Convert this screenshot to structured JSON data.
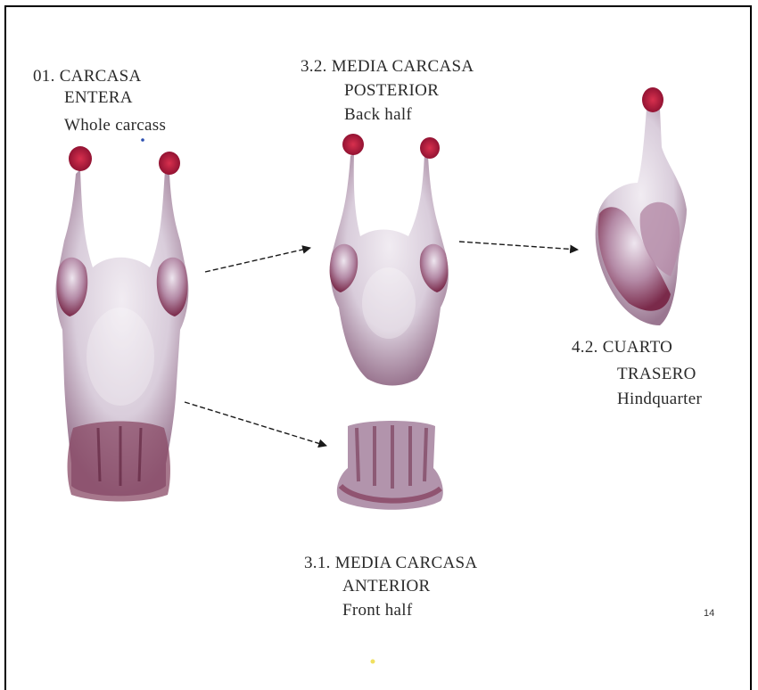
{
  "parts": [
    {
      "code": "01. CARCASA",
      "name_es_2": "ENTERA",
      "name_en": "Whole carcass"
    },
    {
      "code": "3.2.  MEDIA CARCASA",
      "name_es_2": "POSTERIOR",
      "name_en": "Back half"
    },
    {
      "code": "4.2. CUARTO",
      "name_es_2": "TRASERO",
      "name_en": "Hindquarter"
    },
    {
      "code": "3.1. MEDIA CARCASA",
      "name_es_2": "ANTERIOR",
      "name_en": "Front half"
    }
  ],
  "page_number": "14",
  "colors": {
    "meat_light": "#ece6ee",
    "meat_mid": "#c9b6c8",
    "meat_dark": "#7a2a4a",
    "blood_red": "#b0163a",
    "arrow": "#1a1a1a"
  }
}
